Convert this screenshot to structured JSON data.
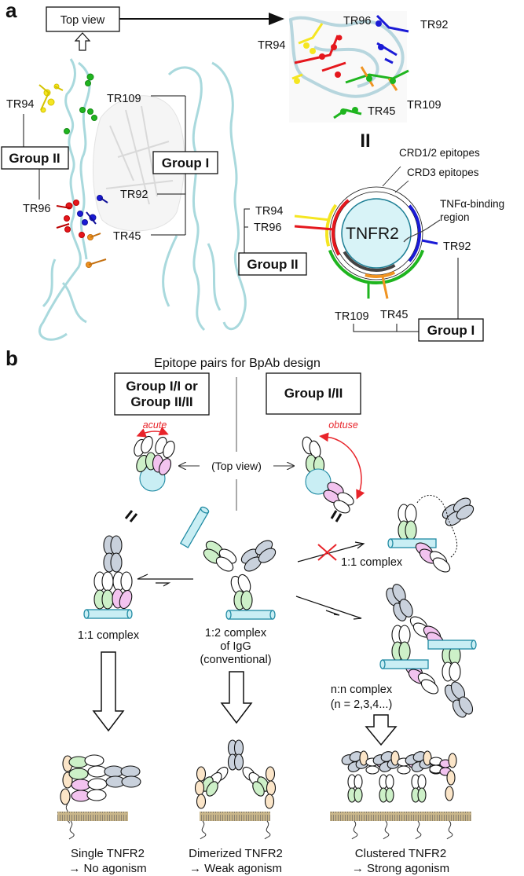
{
  "panel_a": {
    "label": "a",
    "top_view_label": "Top view",
    "equals_symbol": "II",
    "side_view_labels": {
      "tr94": "TR94",
      "tr96": "TR96",
      "tr109": "TR109",
      "tr92": "TR92",
      "tr45": "TR45",
      "group_ii": "Group II",
      "group_i": "Group I"
    },
    "top_view_labels": {
      "tr96": "TR96",
      "tr92": "TR92",
      "tr94": "TR94",
      "tr109": "TR109",
      "tr45": "TR45"
    },
    "schematic": {
      "center_label": "TNFR2",
      "crd12_label": "CRD1/2 epitopes",
      "crd3_label": "CRD3 epitopes",
      "binding_label_line1": "TNFα-binding",
      "binding_label_line2": "region",
      "tr94": "TR94",
      "tr96": "TR96",
      "tr92": "TR92",
      "tr109": "TR109",
      "tr45": "TR45",
      "group_ii": "Group II",
      "group_i": "Group I"
    },
    "epitope_colors": {
      "TR94": "#f5e622",
      "TR96": "#e5171d",
      "TR92": "#1a1ad6",
      "TR109": "#1fb51f",
      "TR45": "#f09422",
      "binding": "#444444",
      "receptor_fill": "#d8f3f7",
      "receptor_stroke": "#1d7f95"
    }
  },
  "panel_b": {
    "label": "b",
    "title": "Epitope pairs for BpAb design",
    "box_left_line1": "Group I/I or",
    "box_left_line2": "Group II/II",
    "box_right": "Group I/II",
    "acute": "acute",
    "obtuse": "obtuse",
    "top_view": "(Top view)",
    "complex_left": "1:1 complex",
    "complex_center_line1": "1:2 complex",
    "complex_center_line2": "of IgG",
    "complex_center_line3": "(conventional)",
    "complex_right_top": "1:1 complex",
    "complex_right_bottom_line1": "n:n complex",
    "complex_right_bottom_line2": "(n = 2,3,4...)",
    "outcomes": [
      {
        "line1": "Single TNFR2",
        "line2": "→  No agonism"
      },
      {
        "line1": "Dimerized TNFR2",
        "line2": "→ Weak agonism"
      },
      {
        "line1": "Clustered TNFR2",
        "line2": "→ Strong agonism"
      }
    ],
    "colors": {
      "green_domain": "#cdf0c8",
      "pink_domain": "#f2c3ef",
      "gray_domain": "#c9d1dc",
      "peach_domain": "#fbe5c8",
      "cyl_fill": "#c9eef4",
      "cyl_stroke": "#1f8aa3",
      "annotation_red": "#e8242a"
    }
  }
}
